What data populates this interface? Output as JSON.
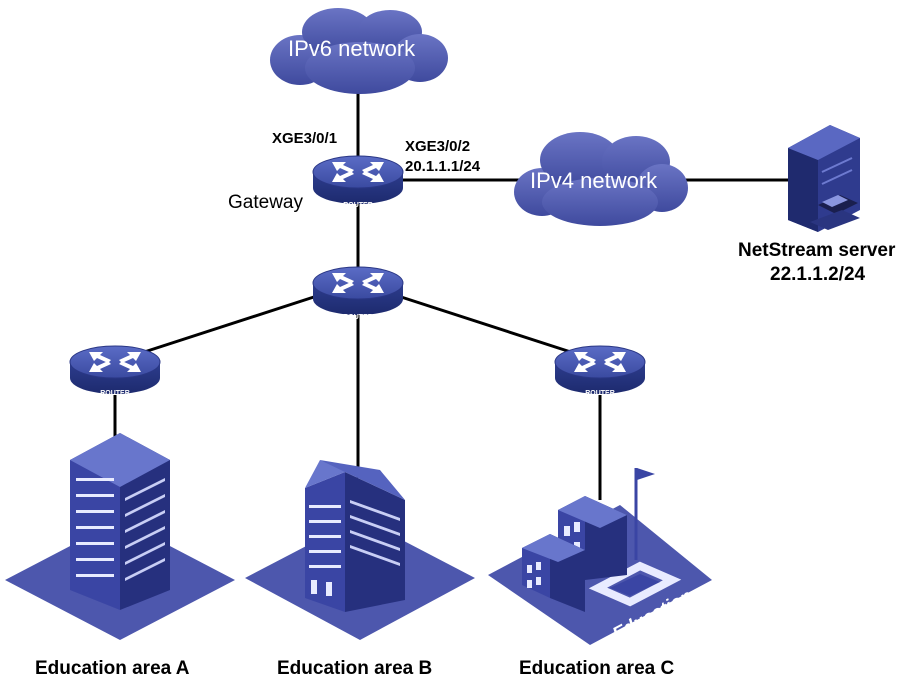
{
  "clouds": {
    "ipv6": "IPv6 network",
    "ipv4": "IPv4 network"
  },
  "gateway": {
    "name": "Gateway",
    "port1": "XGE3/0/1",
    "port2": "XGE3/0/2",
    "port2_ip": "20.1.1.1/24"
  },
  "router_label": "ROUTER",
  "server": {
    "name": "NetStream server",
    "ip": "22.1.1.2/24"
  },
  "areas": {
    "a": "Education area A",
    "b": "Education area B",
    "c": "Education area C"
  },
  "campus_sign": "Education",
  "colors": {
    "cloud": "#4c56a8",
    "router": "#3d4fa8",
    "building": "#3b47a6",
    "ground": "#5a63b8",
    "line": "#000000"
  }
}
